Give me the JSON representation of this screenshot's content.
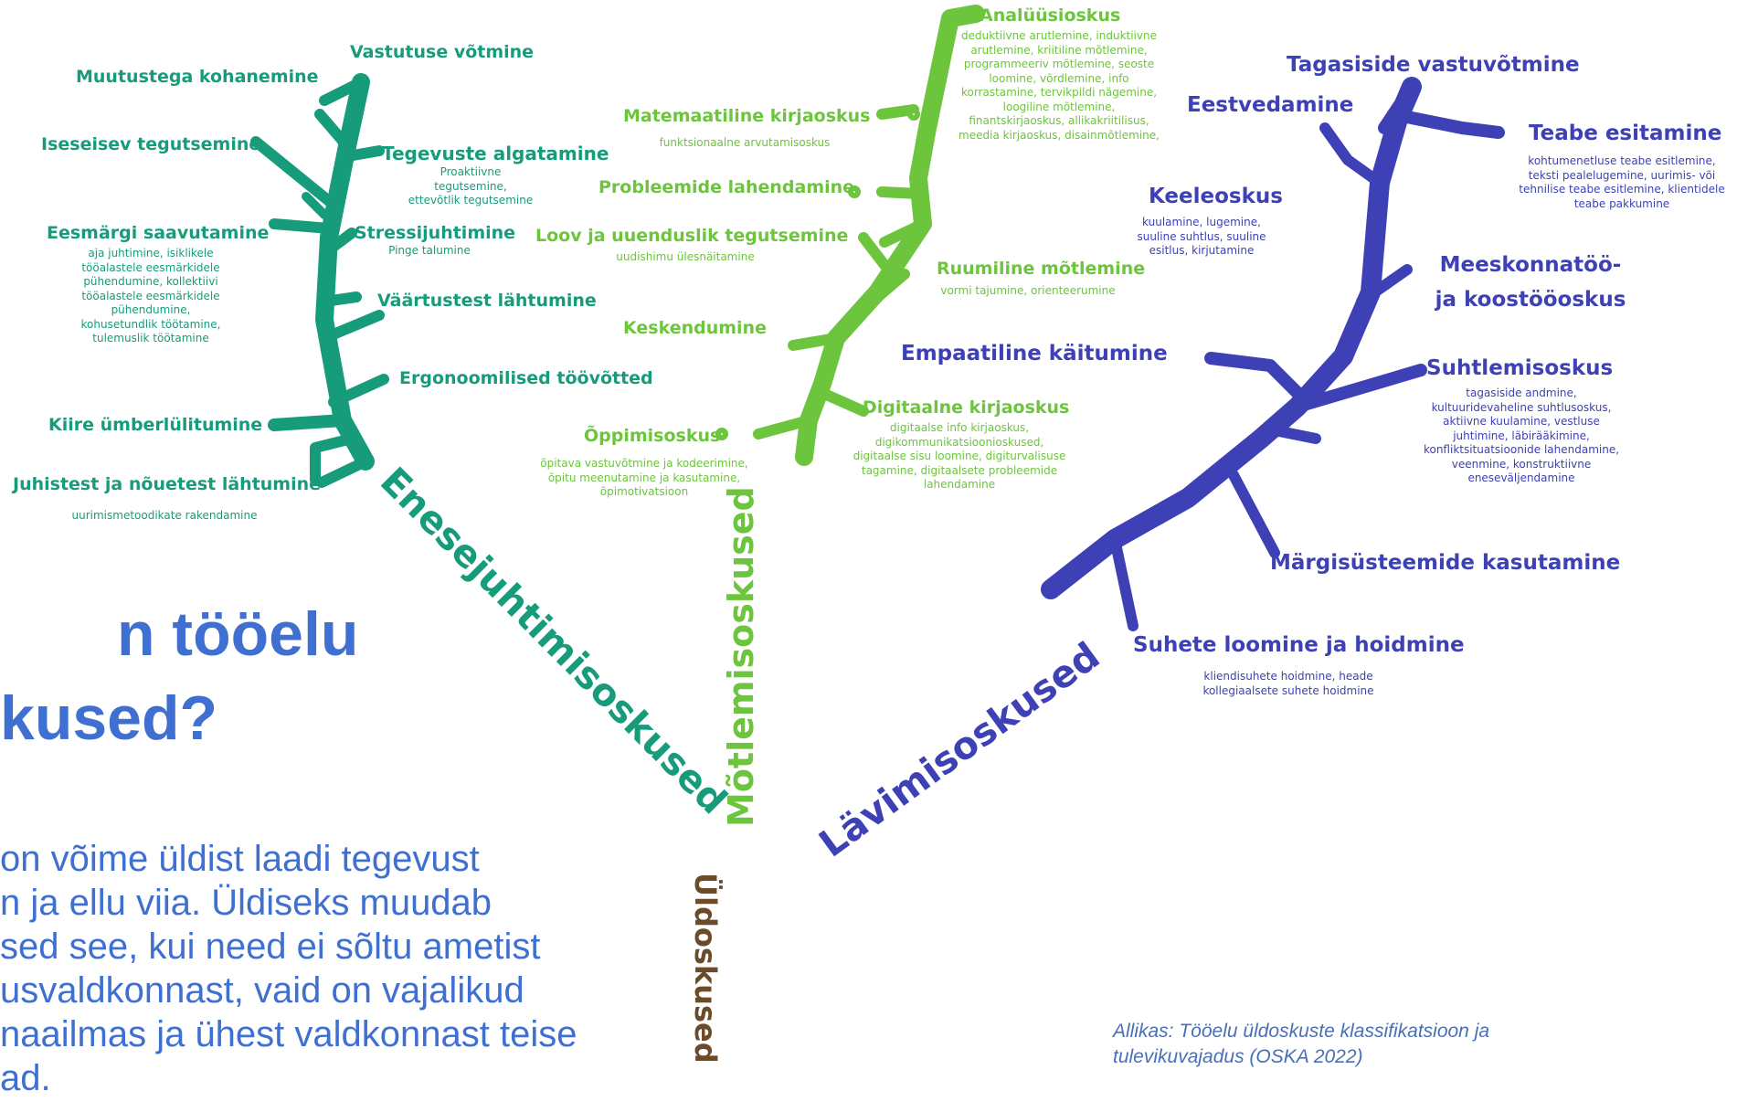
{
  "tree": {
    "root_label": "Üldoskused",
    "enesejuhtimine": {
      "branch_label": "Enesejuhtimisoskused",
      "color": "#169c7b",
      "skills": [
        {
          "label": "Vastutuse võtmine",
          "sub": ""
        },
        {
          "label": "Muutustega kohanemine",
          "sub": ""
        },
        {
          "label": "Iseseisev tegutsemine",
          "sub": ""
        },
        {
          "label": "Tegevuste algatamine",
          "sub": "Proaktiivne tegutsemine,\nettevõtlik tegutsemine"
        },
        {
          "label": "Eesmärgi saavutamine",
          "sub": "aja juhtimine, isiklikele\ntööalastele eesmärkidele\npühendumine, kollektiivi\ntööalastele eesmärkidele\npühendumine,\nkohusetundlik töötamine,\ntulemuslik töötamine"
        },
        {
          "label": "Stressijuhtimine",
          "sub": "Pinge talumine"
        },
        {
          "label": "Väärtustest lähtumine",
          "sub": ""
        },
        {
          "label": "Ergonoomilised töövõtted",
          "sub": ""
        },
        {
          "label": "Kiire ümberlülitumine",
          "sub": ""
        },
        {
          "label": "Juhistest ja nõuetest lähtumine",
          "sub": "uurimismetoodikate rakendamine"
        }
      ]
    },
    "motlemine": {
      "branch_label": "Mõtlemisoskused",
      "color": "#6cc53c",
      "skills": [
        {
          "label": "Analüüsioskus",
          "sub": "deduktiivne arutlemine, induktiivne\narutlemine, kriitiline mõtlemine,\nprogrammeeriv mõtlemine, seoste\nloomine, võrdlemine, info\nkorrastamine, tervikpildi nägemine,\nloogiline mõtlemine,\nfinantskirjaoskus, allikakriitilisus,\nmeedia kirjaoskus, disainmõtlemine,"
        },
        {
          "label": "Matemaatiline kirjaoskus",
          "sub": "funktsionaalne arvutamisoskus"
        },
        {
          "label": "Probleemide lahendamine",
          "sub": ""
        },
        {
          "label": "Loov ja uuenduslik tegutsemine",
          "sub": "uudishimu ülesnäitamine"
        },
        {
          "label": "Ruumiline mõtlemine",
          "sub": "vormi tajumine, orienteerumine"
        },
        {
          "label": "Keskendumine",
          "sub": ""
        },
        {
          "label": "Digitaalne kirjaoskus",
          "sub": "digitaalse info kirjaoskus,\ndigikommunikatsioonioskused,\ndigitaalse sisu loomine, digiturvalisuse\ntagamine, digitaalsete probleemide\nlahendamine"
        },
        {
          "label": "Õppimisoskus",
          "sub": "õpitava vastuvõtmine ja kodeerimine,\nõpitu meenutamine ja kasutamine,\nõpimotivatsioon"
        }
      ]
    },
    "lavimine": {
      "branch_label": "Lävimisoskused",
      "color": "#3d41b5",
      "skills": [
        {
          "label": "Tagasiside vastuvõtmine",
          "sub": ""
        },
        {
          "label": "Eestvedamine",
          "sub": ""
        },
        {
          "label": "Teabe esitamine",
          "sub": "kohtumenetluse teabe esitlemine,\nteksti pealelugemine, uurimis- või\ntehnilise teabe esitlemine, klientidele\nteabe pakkumine"
        },
        {
          "label": "Keeleoskus",
          "sub": "kuulamine, lugemine,\nsuuline suhtlus, suuline\nesitlus, kirjutamine"
        },
        {
          "label": "Meeskonnatöö- ja koostööoskus",
          "sub": ""
        },
        {
          "label": "Empaatiline käitumine",
          "sub": ""
        },
        {
          "label": "Suhtlemisoskus",
          "sub": "tagasiside andmine,\nkultuuridevaheline suhtlusoskus,\naktiivne kuulamine, vestluse\njuhtimine, läbirääkimine,\nkonfliktsituatsioonide lahendamine,\nveenmine, konstruktiivne\neneseväljendamine"
        },
        {
          "label": "Märgisüsteemide kasutamine",
          "sub": ""
        },
        {
          "label": "Suhete loomine ja hoidmine",
          "sub": "kliendisuhete hoidmine, heade\nkollegiaalsete suhete hoidmine"
        }
      ]
    }
  },
  "slide": {
    "title_line1": "n tööelu",
    "title_line2": "kused?",
    "para_line1": "on võime üldist laadi tegevust",
    "para_line2": "n ja ellu viia. Üldiseks muudab",
    "para_line3": "sed see, kui need ei sõltu ametist",
    "para_line4": "usvaldkonnast, vaid on vajalikud",
    "para_line5": "naailmas ja ühest valdkonnast teise",
    "para_line6": "ad.",
    "source": "Allikas: Tööelu üldoskuste klassifikatsioon ja\ntulevikuvajadus (OSKA 2022)"
  }
}
